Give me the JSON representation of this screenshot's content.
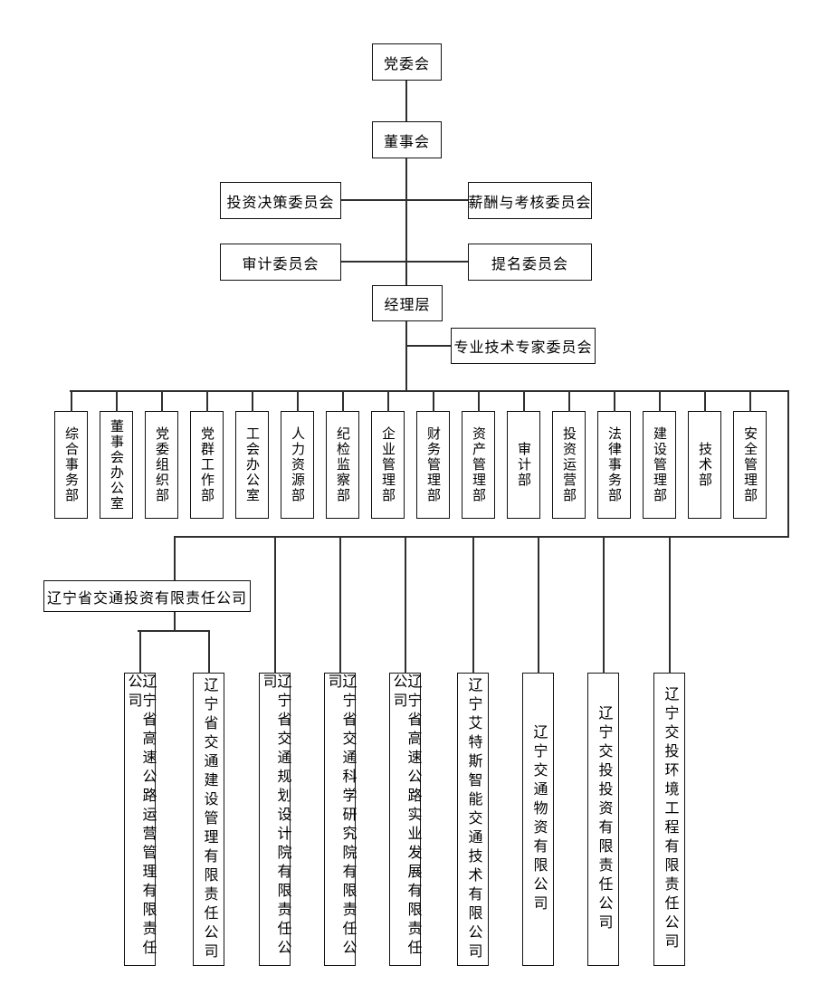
{
  "org": {
    "party_committee": "党委会",
    "board": "董事会",
    "board_committees": [
      {
        "label": "投资决策委员会"
      },
      {
        "label": "薪酬与考核委员会"
      },
      {
        "label": "审计委员会"
      },
      {
        "label": "提名委员会"
      }
    ],
    "management": "经理层",
    "expert_committee": "专业技术专家委员会",
    "departments": [
      {
        "label": "综合事务部"
      },
      {
        "label": "董事会办公室"
      },
      {
        "label": "党委组织部"
      },
      {
        "label": "党群工作部"
      },
      {
        "label": "工会办公室"
      },
      {
        "label": "人力资源部"
      },
      {
        "label": "纪检监察部"
      },
      {
        "label": "企业管理部"
      },
      {
        "label": "财务管理部"
      },
      {
        "label": "资产管理部"
      },
      {
        "label": "审计部"
      },
      {
        "label": "投资运营部"
      },
      {
        "label": "法律事务部"
      },
      {
        "label": "建设管理部"
      },
      {
        "label": "技术部"
      },
      {
        "label": "安全管理部"
      }
    ],
    "holding_company": {
      "name": "辽宁省交通投资有限责任公司",
      "subsidiaries": [
        {
          "label": "辽宁省高速公路运营管理有限责任公司"
        },
        {
          "label": "辽宁省交通建设管理有限责任公司"
        }
      ]
    },
    "subsidiaries": [
      {
        "label": "辽宁省交通规划设计院有限责任公司"
      },
      {
        "label": "辽宁省交通科学研究院有限责任公司"
      },
      {
        "label": "辽宁省高速公路实业发展有限责任公司"
      },
      {
        "label": "辽宁艾特斯智能交通技术有限公司"
      },
      {
        "label": "辽宁交通物资有限公司"
      },
      {
        "label": "辽宁交投投资有限责任公司"
      },
      {
        "label": "辽宁交投环境工程有限责任公司"
      }
    ],
    "colors": {
      "line": "#2f2f2f",
      "border": "#111111",
      "background": "#ffffff"
    }
  }
}
